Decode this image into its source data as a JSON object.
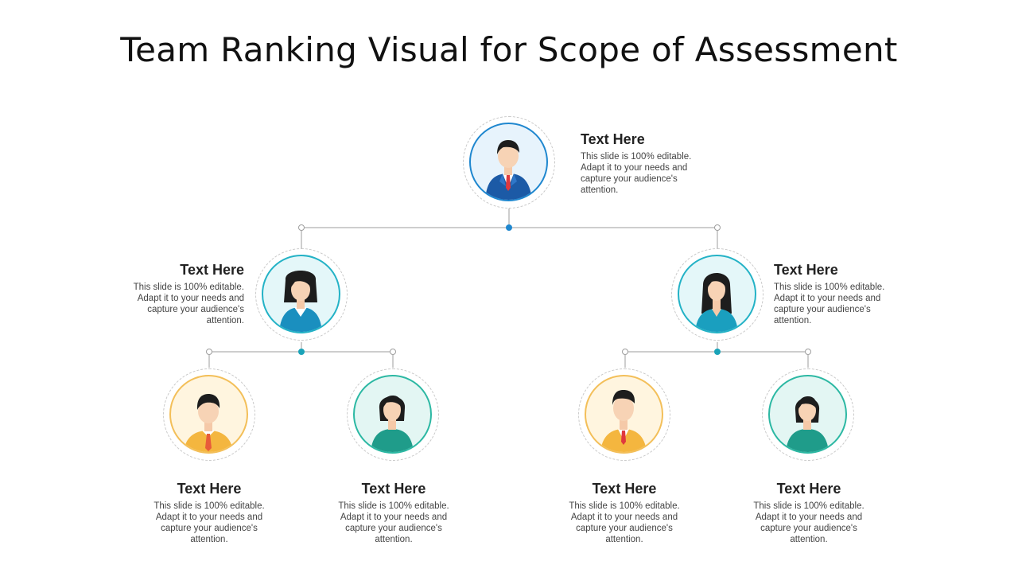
{
  "title": "Team Ranking Visual for Scope of Assessment",
  "colors": {
    "line": "#9e9e9e",
    "dot_blue": "#1f87cf",
    "dot_teal": "#1aa3b8"
  },
  "members": [
    {
      "id": "top",
      "heading": "Text Here",
      "body": "This slide is 100% editable. Adapt it to your needs and capture your audience's attention.",
      "icon": "man-suit-icon"
    },
    {
      "id": "mid-left",
      "heading": "Text Here",
      "body": "This slide is 100% editable. Adapt it to your needs and capture your audience's attention.",
      "icon": "woman-short-hair-icon"
    },
    {
      "id": "mid-right",
      "heading": "Text Here",
      "body": "This slide is 100% editable. Adapt it to your needs and capture your audience's attention.",
      "icon": "woman-long-hair-icon"
    },
    {
      "id": "bottom-1",
      "heading": "Text Here",
      "body": "This slide is 100% editable. Adapt it to your needs and capture your audience's attention.",
      "icon": "man-tie-icon"
    },
    {
      "id": "bottom-2",
      "heading": "Text Here",
      "body": "This slide is 100% editable. Adapt it to your needs and capture your audience's attention.",
      "icon": "woman-bob-icon"
    },
    {
      "id": "bottom-3",
      "heading": "Text Here",
      "body": "This slide is 100% editable. Adapt it to your needs and capture your audience's attention.",
      "icon": "man-vest-icon"
    },
    {
      "id": "bottom-4",
      "heading": "Text Here",
      "body": "This slide is 100% editable. Adapt it to your needs and capture your audience's attention.",
      "icon": "woman-bun-icon"
    }
  ]
}
